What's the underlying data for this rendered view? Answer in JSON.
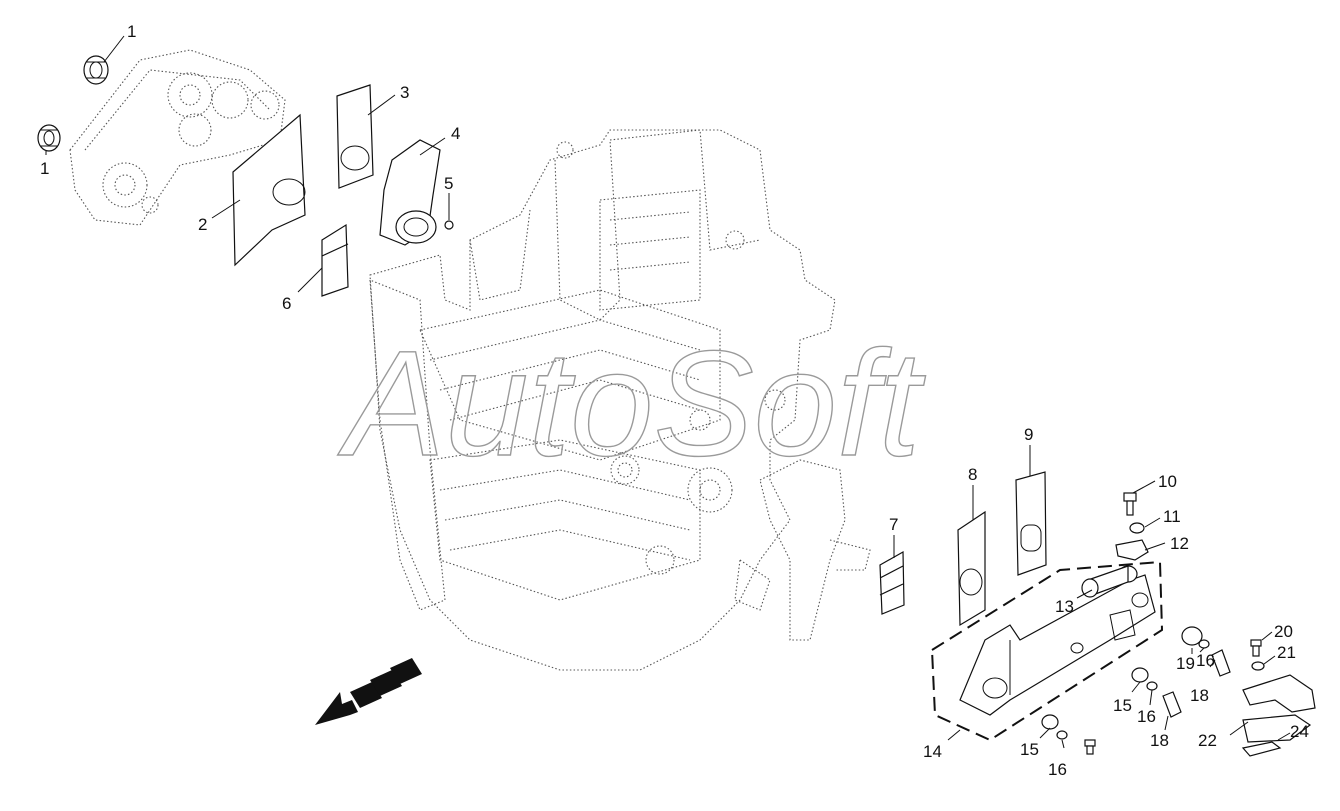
{
  "watermark": "AutoSoft",
  "callouts": [
    {
      "id": "c1a",
      "text": "1"
    },
    {
      "id": "c1b",
      "text": "1"
    },
    {
      "id": "c2",
      "text": "2"
    },
    {
      "id": "c3",
      "text": "3"
    },
    {
      "id": "c4",
      "text": "4"
    },
    {
      "id": "c5",
      "text": "5"
    },
    {
      "id": "c6",
      "text": "6"
    },
    {
      "id": "c7",
      "text": "7"
    },
    {
      "id": "c8",
      "text": "8"
    },
    {
      "id": "c9",
      "text": "9"
    },
    {
      "id": "c10",
      "text": "10"
    },
    {
      "id": "c11",
      "text": "11"
    },
    {
      "id": "c12",
      "text": "12"
    },
    {
      "id": "c13",
      "text": "13"
    },
    {
      "id": "c14",
      "text": "14"
    },
    {
      "id": "c15a",
      "text": "15"
    },
    {
      "id": "c15b",
      "text": "15"
    },
    {
      "id": "c16a",
      "text": "16"
    },
    {
      "id": "c16b",
      "text": "16"
    },
    {
      "id": "c16c",
      "text": "16"
    },
    {
      "id": "c18a",
      "text": "18"
    },
    {
      "id": "c18b",
      "text": "18"
    },
    {
      "id": "c19",
      "text": "19"
    },
    {
      "id": "c20",
      "text": "20"
    },
    {
      "id": "c21",
      "text": "21"
    },
    {
      "id": "c22",
      "text": "22"
    },
    {
      "id": "c24",
      "text": "24"
    }
  ]
}
